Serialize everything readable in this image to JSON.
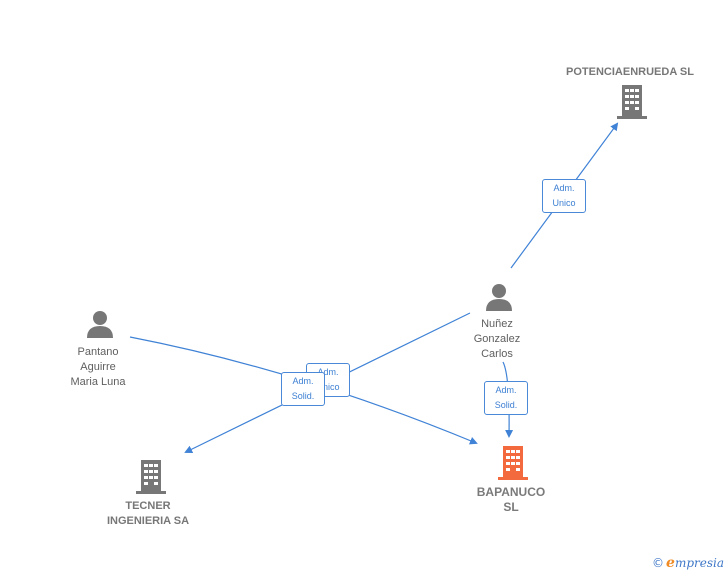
{
  "nodes": {
    "potencia": {
      "label": "POTENCIAENRUEDA SL",
      "type": "company",
      "color": "#777777"
    },
    "nunez": {
      "label_lines": [
        "Nuñez",
        "Gonzalez",
        "Carlos"
      ],
      "type": "person",
      "color": "#777777"
    },
    "pantano": {
      "label_lines": [
        "Pantano",
        "Aguirre",
        "Maria Luna"
      ],
      "type": "person",
      "color": "#777777"
    },
    "tecner": {
      "label_lines": [
        "TECNER",
        "INGENIERIA SA"
      ],
      "type": "company",
      "color": "#777777"
    },
    "bapanuco": {
      "label_lines": [
        "BAPANUCO",
        "SL"
      ],
      "type": "company",
      "color": "#f26a3d",
      "focus": true
    }
  },
  "relations": {
    "nunez_potencia": {
      "lines": [
        "Adm.",
        "Unico"
      ]
    },
    "nunez_tecner": {
      "lines": [
        "Adm.",
        "Unico"
      ]
    },
    "pantano_bapanuco": {
      "lines": [
        "Adm.",
        "Solid."
      ]
    },
    "nunez_bapanuco": {
      "lines": [
        "Adm.",
        "Solid."
      ]
    }
  },
  "colors": {
    "edge": "#3f82d6",
    "accent": "#f26a3d"
  },
  "footer": {
    "copyright": "©",
    "brand_initial": "e",
    "brand_rest": "mpresia"
  }
}
